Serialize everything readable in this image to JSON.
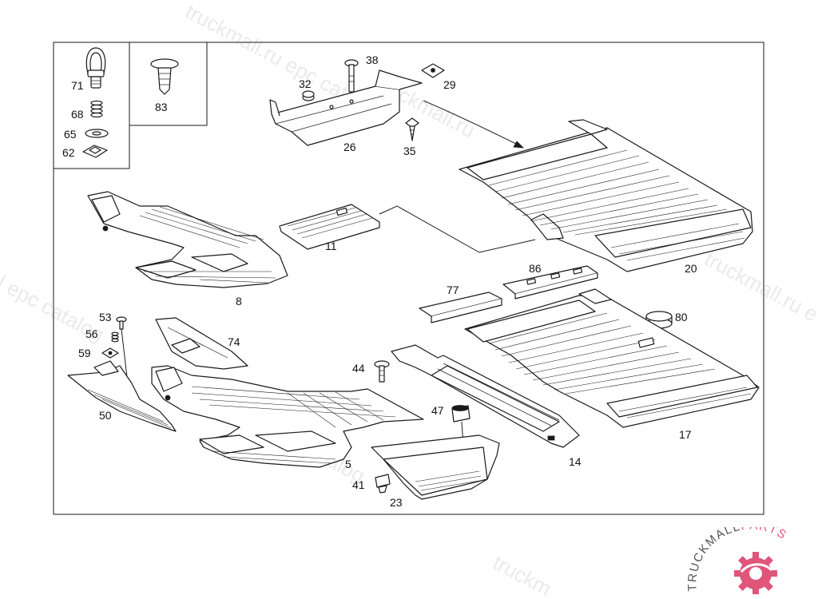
{
  "watermark": {
    "texts": [
      "truckmall.ru epc catalog",
      "truckmall.ru",
      "truckmall.ru epc catalog",
      "l epc catalog",
      "truckmall.ru e",
      "ll.ru epc catalog",
      "truckm"
    ],
    "color": "#d9d9d9"
  },
  "brand": {
    "name_part1": "TRUCKMALL",
    "name_part2": "PARTS",
    "accent_color": "#e0557a"
  },
  "callouts": {
    "p71": "71",
    "p68": "68",
    "p65": "65",
    "p62": "62",
    "p83": "83",
    "p32": "32",
    "p38": "38",
    "p29": "29",
    "p26": "26",
    "p35": "35",
    "p20": "20",
    "p11": "11",
    "p8": "8",
    "p86": "86",
    "p77": "77",
    "p80": "80",
    "p17": "17",
    "p53": "53",
    "p56": "56",
    "p59": "59",
    "p50": "50",
    "p74": "74",
    "p44": "44",
    "p5": "5",
    "p47": "47",
    "p14": "14",
    "p41": "41",
    "p23": "23"
  }
}
